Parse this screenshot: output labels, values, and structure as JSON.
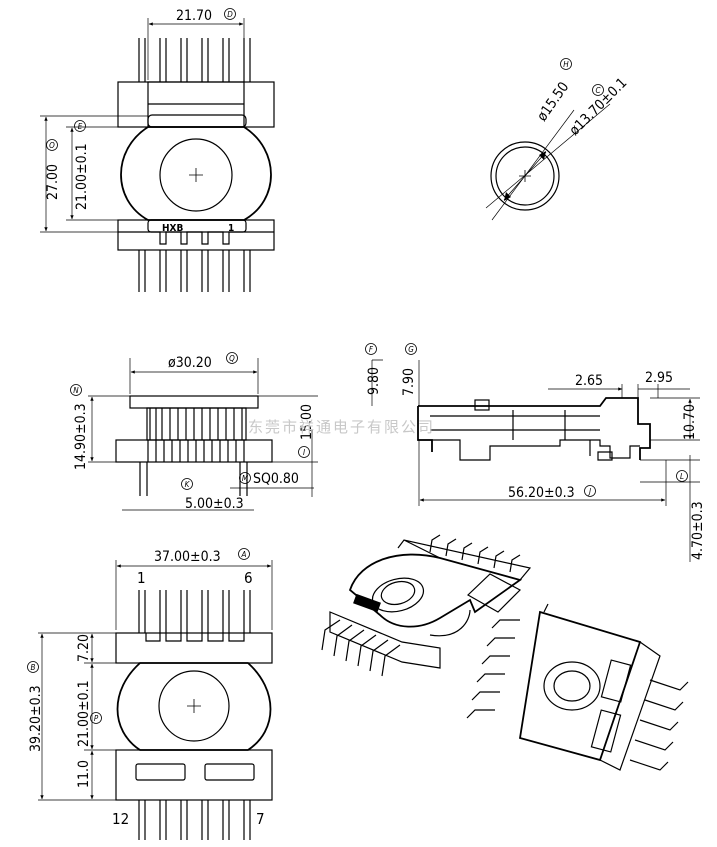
{
  "dimensions": {
    "d_21_70": "21.70",
    "d_27_00": "27.00",
    "d_21_00_top": "21.00±0.1",
    "d_15_50": "ø15.50",
    "d_13_70": "ø13.70±0.1",
    "d_30_20": "ø30.20",
    "d_14_90": "14.90±0.3",
    "d_15_00": "15.00",
    "d_sq": "SQ0.80",
    "d_5_00": "5.00±0.3",
    "d_9_80": "9.80",
    "d_7_90": "7.90",
    "d_2_65": "2.65",
    "d_2_95": "2.95",
    "d_10_70": "10.70",
    "d_56_20": "56.20±0.3",
    "d_4_70": "4.70±0.3",
    "d_37_00": "37.00±0.3",
    "d_39_20": "39.20±0.3",
    "d_7_20": "7.20",
    "d_21_00_bottom": "21.00±0.1",
    "d_11_0": "11.0"
  },
  "markers": {
    "A": "A",
    "B": "B",
    "C": "C",
    "D": "D",
    "E": "E",
    "F": "F",
    "G": "G",
    "H": "H",
    "I": "I",
    "J": "J",
    "K": "K",
    "M": "M",
    "N": "N",
    "O": "O",
    "P": "P",
    "Q": "Q"
  },
  "pins": {
    "p1": "1",
    "p6": "6",
    "p12": "12",
    "p7": "7"
  },
  "part_code": "HXB",
  "part_pin": "1",
  "watermark": "东莞市祥通电子有限公司"
}
